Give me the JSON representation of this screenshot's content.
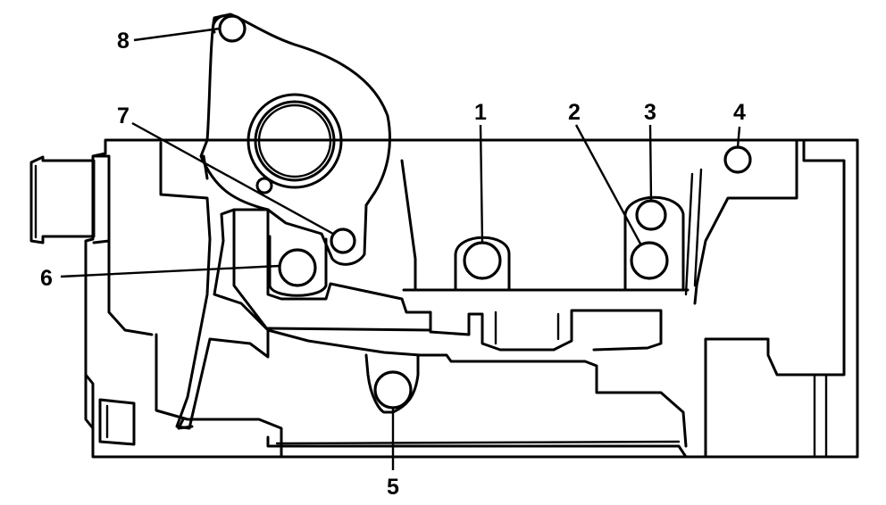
{
  "callouts": [
    {
      "id": "1",
      "text": "1"
    },
    {
      "id": "2",
      "text": "2"
    },
    {
      "id": "3",
      "text": "3"
    },
    {
      "id": "4",
      "text": "4"
    },
    {
      "id": "5",
      "text": "5"
    },
    {
      "id": "6",
      "text": "6"
    },
    {
      "id": "7",
      "text": "7"
    },
    {
      "id": "8",
      "text": "8"
    }
  ],
  "colors": {
    "line": "#000000",
    "background": "#ffffff"
  }
}
